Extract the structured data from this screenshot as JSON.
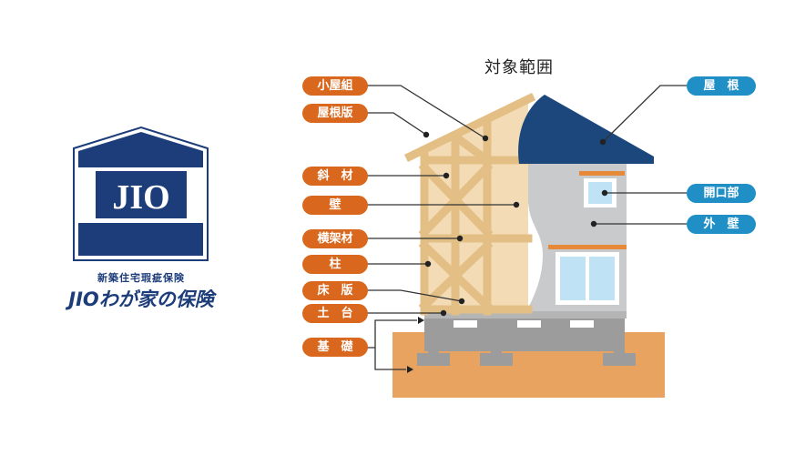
{
  "logo": {
    "mark_text": "JIO",
    "subtitle": "新築住宅瑕疵保険",
    "product_name": "JIOわが家の保険"
  },
  "diagram": {
    "title": "対象範囲",
    "left_labels": [
      {
        "id": "koyagumi",
        "text": "小屋組"
      },
      {
        "id": "yanegita",
        "text": "屋根版"
      },
      {
        "id": "shazai",
        "text": "斜　材"
      },
      {
        "id": "kabe",
        "text": "壁"
      },
      {
        "id": "okokazai",
        "text": "横架材"
      },
      {
        "id": "hashira",
        "text": "柱"
      },
      {
        "id": "yukaita",
        "text": "床　版"
      },
      {
        "id": "dodai",
        "text": "土　台"
      },
      {
        "id": "kiso",
        "text": "基　礎"
      }
    ],
    "right_labels": [
      {
        "id": "yane",
        "text": "屋　根"
      },
      {
        "id": "kaikoubu",
        "text": "開口部"
      },
      {
        "id": "gaiheki",
        "text": "外　壁"
      }
    ]
  },
  "colors": {
    "navy": "#1c3d7a",
    "roof_blue": "#1b477d",
    "label_orange": "#d9681e",
    "label_blue": "#1f8fc6",
    "timber": "#e3bf85",
    "timber_fill": "#f3dcb5",
    "wall_gray": "#c9cacb",
    "ground": "#e8a361",
    "foundation_gray": "#9c9c9c",
    "window_blue": "#bfe3f4",
    "sill_orange": "#e68a3a"
  }
}
